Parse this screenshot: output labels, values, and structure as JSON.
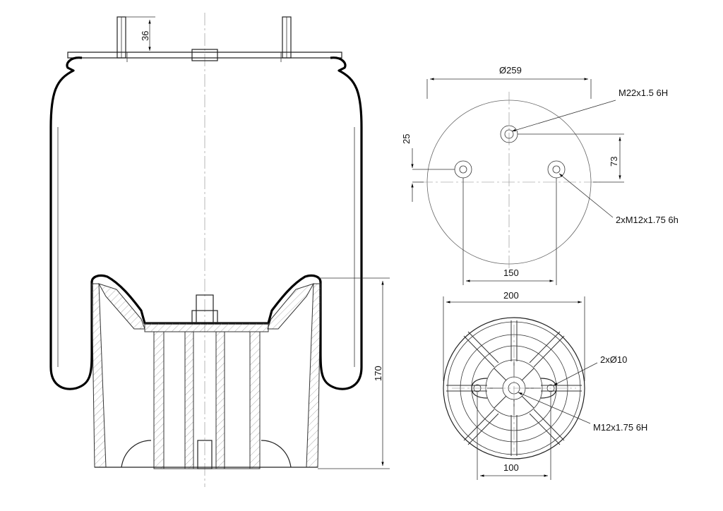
{
  "drawing": {
    "side_view": {
      "dim_top_stud_height": "36",
      "dim_piston_height": "170"
    },
    "top_view": {
      "dim_diameter": "Ø259",
      "dim_center_thread": "M22x1.5 6H",
      "dim_left_offset": "25",
      "dim_right_offset": "73",
      "dim_side_threads": "2xM12x1.75 6h",
      "dim_stud_spacing": "150"
    },
    "bottom_view": {
      "dim_piston_diameter": "200",
      "dim_holes": "2xØ10",
      "dim_bottom_thread": "M12x1.75 6H",
      "dim_hole_spacing": "100"
    }
  }
}
